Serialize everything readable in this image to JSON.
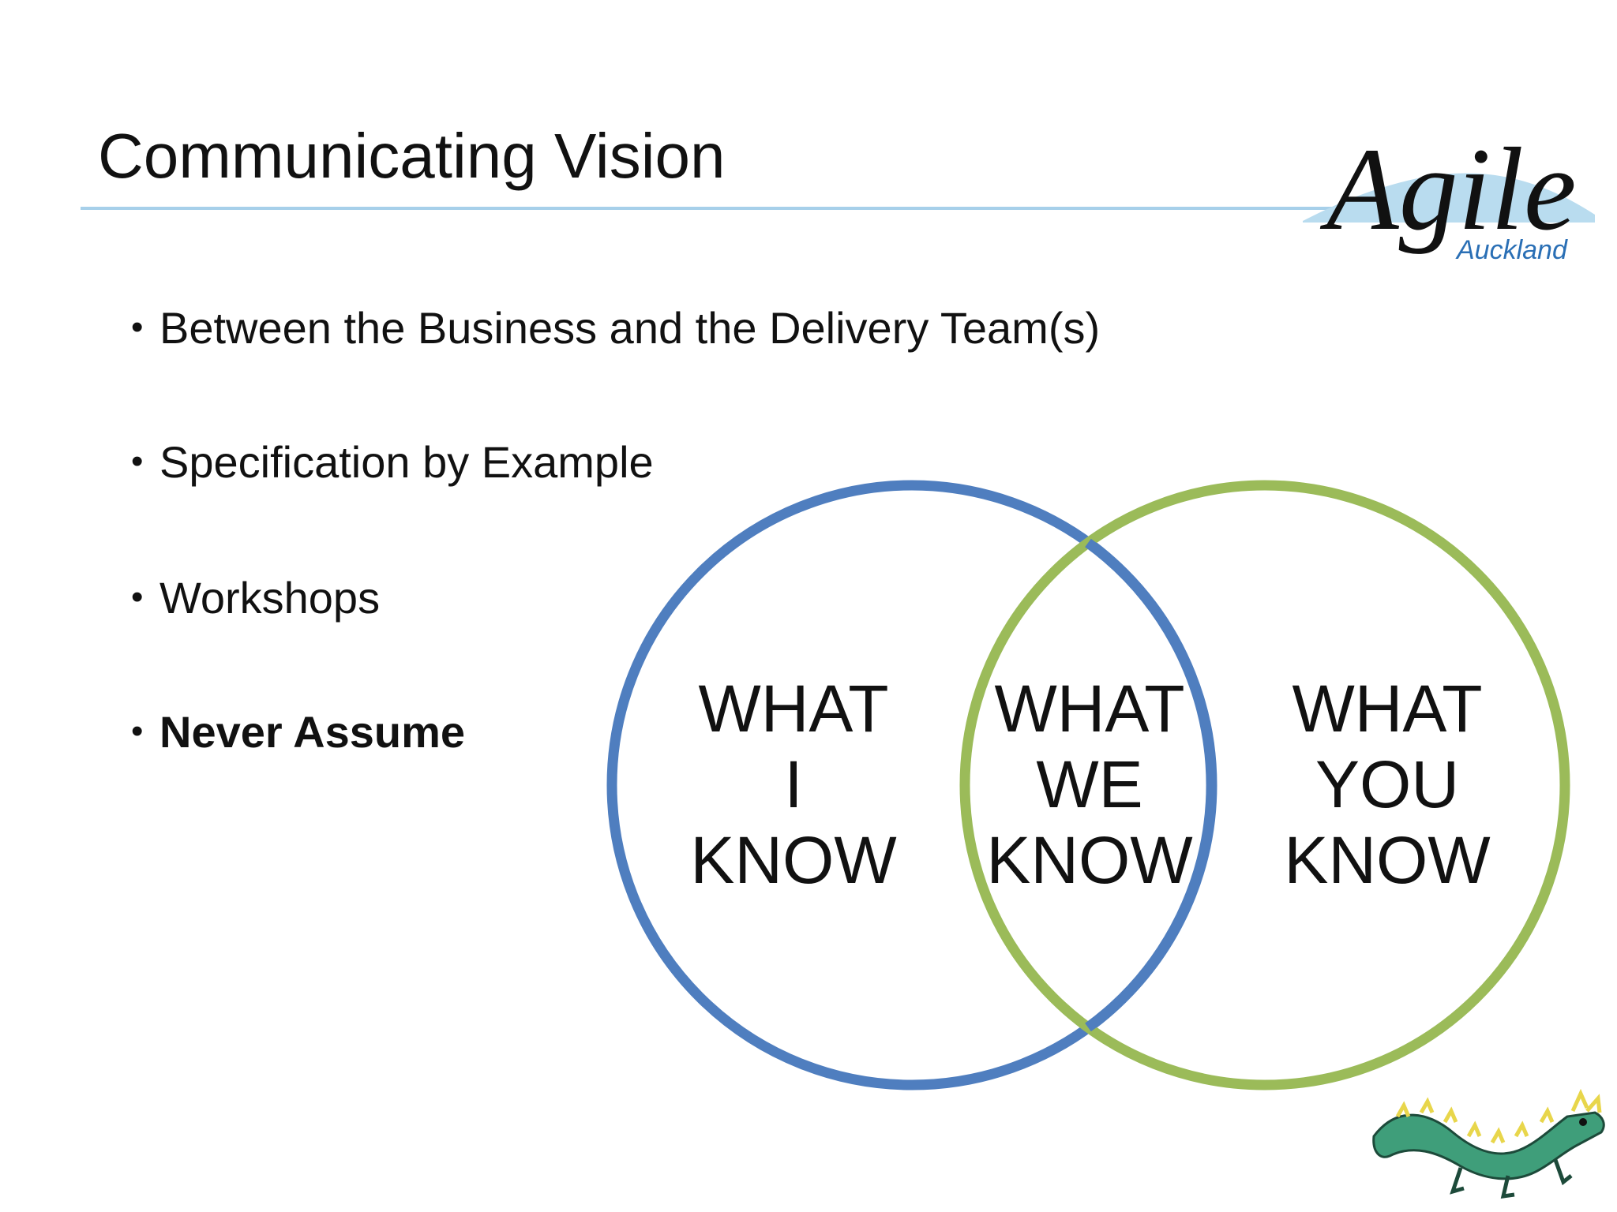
{
  "slide": {
    "title": "Communicating Vision",
    "bullets": [
      {
        "text": "Between the Business and the Delivery Team(s)",
        "bold": false
      },
      {
        "text": "Specification by Example",
        "bold": false
      },
      {
        "text": "Workshops",
        "bold": false
      },
      {
        "text": "Never Assume",
        "bold": true
      }
    ],
    "bullet_glyph": "•"
  },
  "venn": {
    "left": {
      "lines": [
        "WHAT",
        "I",
        "KNOW"
      ],
      "color": "#4f7ebf"
    },
    "middle": {
      "lines": [
        "WHAT",
        "WE",
        "KNOW"
      ]
    },
    "right": {
      "lines": [
        "WHAT",
        "YOU",
        "KNOW"
      ],
      "color": "#9bbb59"
    }
  },
  "logo": {
    "word": "Agile",
    "sub": "Auckland",
    "colors": {
      "ink": "#111111",
      "sub": "#2a6fb5",
      "hill": "#b9dcef"
    }
  },
  "dragon": {
    "icon": "dragon-icon",
    "colors": {
      "body": "#3f9e7a",
      "spines": "#e8d64b"
    }
  }
}
